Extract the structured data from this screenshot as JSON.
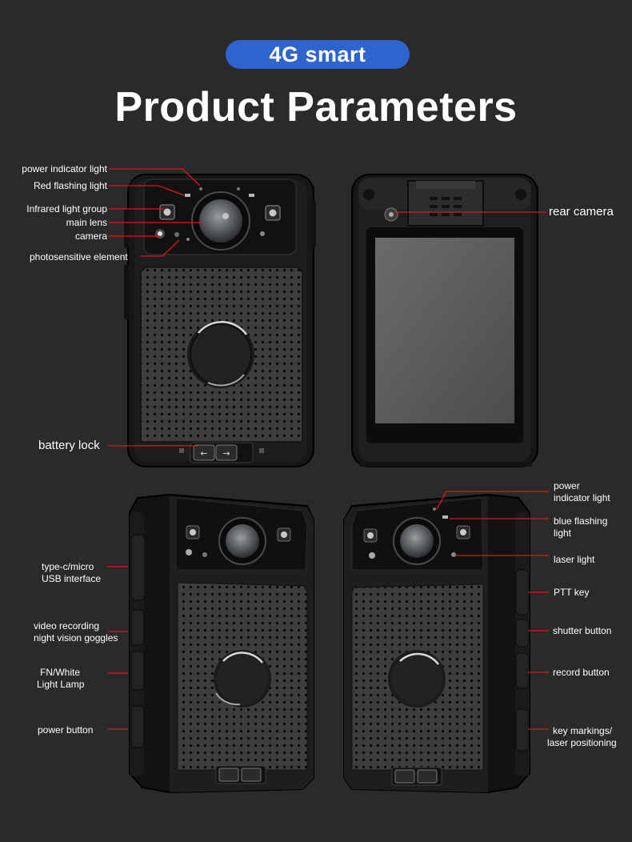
{
  "header": {
    "badge": "4G smart",
    "title": "Product Parameters"
  },
  "colors": {
    "background": "#2b2a2b",
    "badge": "#2f64cf",
    "leader_line": "#e0141b",
    "device_body": "#1c1c1d"
  },
  "labels": {
    "front_view": {
      "power_indicator_light": "power indicator light",
      "red_flashing_light": "Red flashing light",
      "infrared_light_group": "Infrared light group",
      "main_lens": "main lens",
      "camera": "camera",
      "photosensitive_element": "photosensitive element",
      "battery_lock": "battery lock"
    },
    "back_view": {
      "rear_camera": "rear camera"
    },
    "left_side_view": {
      "usb_interface": [
        "type-c/micro",
        "USB interface"
      ],
      "video_recording": [
        "video recording",
        "night vision goggles"
      ],
      "fn_white_light": [
        "FN/White",
        "Light Lamp"
      ],
      "power_button": "power button"
    },
    "right_side_view": {
      "power_indicator_light": [
        "power",
        "indicator light"
      ],
      "blue_flashing_light": [
        "blue flashing",
        "light"
      ],
      "laser_light": "laser light",
      "ptt_key": "PTT key",
      "shutter_button": "shutter button",
      "record_button": "record button",
      "key_markings": [
        "key markings/",
        "laser positioning"
      ]
    }
  }
}
